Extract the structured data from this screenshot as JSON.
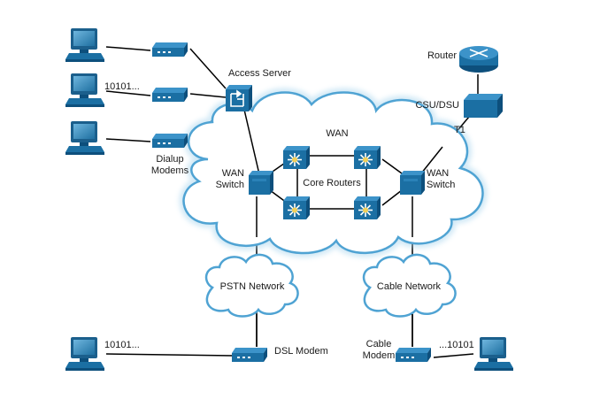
{
  "labels": {
    "wan": "WAN",
    "access_server": "Access Server",
    "router": "Router",
    "csu_dsu": "CSU/DSU",
    "t1": "T1",
    "wan_switch_left_1": "WAN",
    "wan_switch_left_2": "Switch",
    "wan_switch_right_1": "WAN",
    "wan_switch_right_2": "Switch",
    "core_routers": "Core Routers",
    "dialup_1": "Dialup",
    "dialup_2": "Modems",
    "data_stream_pc2": "10101...",
    "pstn_network": "PSTN Network",
    "cable_network": "Cable Network",
    "data_stream_dsl": "10101...",
    "dsl_modem": "DSL Modem",
    "cable_modem_1": "Cable",
    "cable_modem_2": "Modem",
    "data_stream_cable": "...10101"
  },
  "colors": {
    "device_blue": "#1b6fa3",
    "device_dark": "#0d4f7c",
    "cloud_fill": "#ffffff",
    "cloud_stroke": "#5aa9d6",
    "link": "#000000"
  },
  "icons": {
    "pc": "pc-icon",
    "modem": "modem-icon",
    "access_server": "access-server-icon",
    "router": "router-icon",
    "csu_dsu": "csu-dsu-icon",
    "wan_switch": "wan-switch-icon",
    "core_router": "core-router-icon"
  }
}
